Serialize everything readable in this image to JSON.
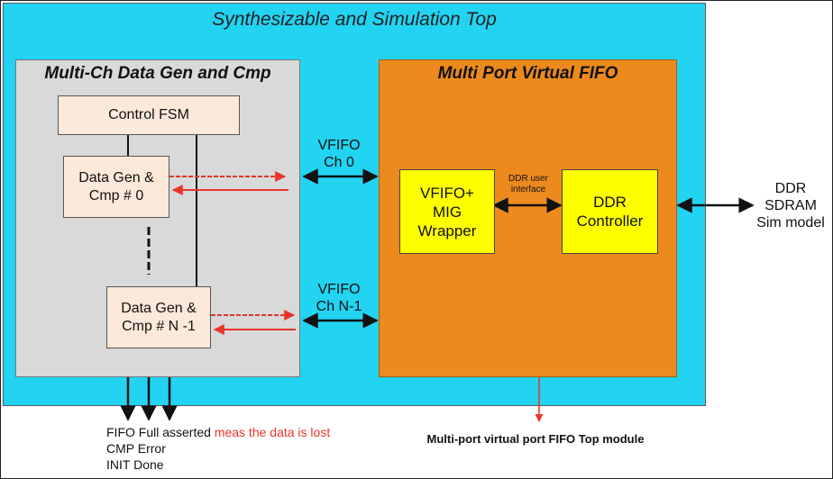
{
  "diagram": {
    "top_title": "Synthesizable and Simulation Top",
    "generator": {
      "title": "Multi-Ch Data Gen and Cmp",
      "control_fsm": "Control FSM",
      "gen0": [
        "Data Gen &",
        "Cmp # 0"
      ],
      "genN": [
        "Data Gen &",
        "Cmp # N -1"
      ]
    },
    "fifo": {
      "title": "Multi Port Virtual FIFO",
      "wrapper": [
        "VFIFO+",
        "MIG",
        "Wrapper"
      ],
      "controller": [
        "DDR",
        "Controller"
      ],
      "ddr_user_interface": [
        "DDR user",
        "interface"
      ]
    },
    "channels": {
      "ch0": [
        "VFIFO",
        "Ch 0"
      ],
      "chN": [
        "VFIFO",
        "Ch N-1"
      ]
    },
    "ddr_model": [
      "DDR",
      "SDRAM",
      "Sim model"
    ],
    "status": {
      "fifo_full": "FIFO Full asserted",
      "fifo_full_note": "meas the data is lost",
      "cmp_error": "CMP Error",
      "init_done": "INIT Done"
    },
    "top_module_caption": "Multi-port virtual port FIFO Top module"
  }
}
